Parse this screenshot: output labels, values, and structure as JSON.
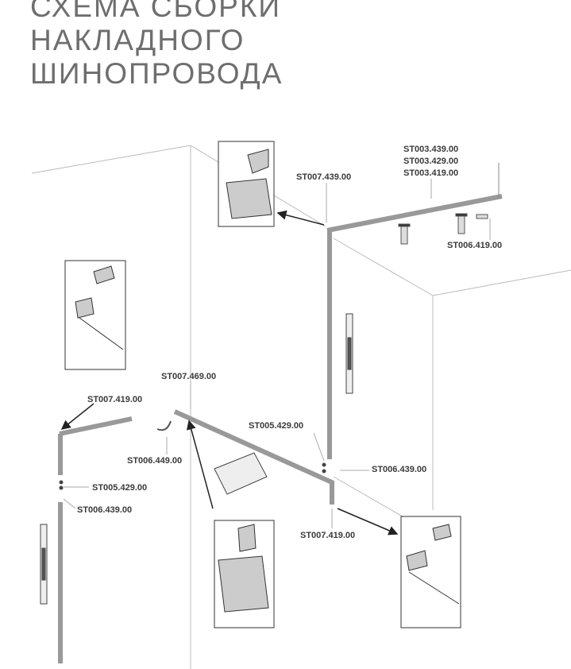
{
  "title_lines": [
    "СХЕМА СБОРКИ",
    "НАКЛАДНОГО",
    "ШИНОПРОВОДА"
  ],
  "labels": {
    "st007_439": "ST007.439.00",
    "st003_439": "ST003.439.00",
    "st003_429": "ST003.429.00",
    "st003_419": "ST003.419.00",
    "st006_419": "ST006.419.00",
    "st007_469": "ST007.469.00",
    "st007_419_left": "ST007.419.00",
    "st006_449": "ST006.449.00",
    "st005_429_left": "ST005.429.00",
    "st006_439_left": "ST006.439.00",
    "st005_429_right": "ST005.429.00",
    "st006_439_right": "ST006.439.00",
    "st007_419_bottom": "ST007.419.00"
  }
}
